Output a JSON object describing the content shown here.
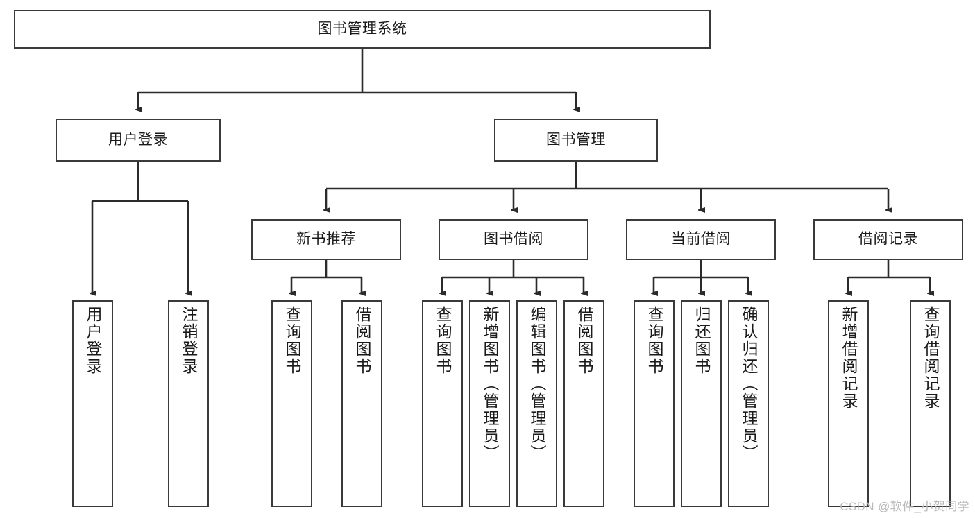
{
  "diagram": {
    "type": "hierarchy-tree",
    "title": "图书管理系统",
    "watermark": "CSDN @软件_小贺同学",
    "colors": {
      "box_border": "#3a3a3a",
      "box_fill": "#ffffff",
      "connector": "#2b2b2b",
      "text": "#1a1a1a",
      "watermark": "#b9b9b9"
    },
    "levels": {
      "root": {
        "label": "图书管理系统"
      },
      "level2": [
        {
          "label": "用户登录"
        },
        {
          "label": "图书管理"
        }
      ],
      "level3": [
        {
          "label": "新书推荐"
        },
        {
          "label": "图书借阅"
        },
        {
          "label": "当前借阅"
        },
        {
          "label": "借阅记录"
        }
      ],
      "leaves": {
        "user_login": [
          {
            "label": "用户登录"
          },
          {
            "label": "注销登录"
          }
        ],
        "new_book_recommend": [
          {
            "label": "查询图书"
          },
          {
            "label": "借阅图书"
          }
        ],
        "book_borrow": [
          {
            "label": "查询图书"
          },
          {
            "label": "新增图书（管理员）"
          },
          {
            "label": "编辑图书（管理员）"
          },
          {
            "label": "借阅图书"
          }
        ],
        "current_borrow": [
          {
            "label": "查询图书"
          },
          {
            "label": "归还图书"
          },
          {
            "label": "确认归还（管理员）"
          }
        ],
        "borrow_record": [
          {
            "label": "新增借阅记录"
          },
          {
            "label": "查询借阅记录"
          }
        ]
      }
    }
  }
}
